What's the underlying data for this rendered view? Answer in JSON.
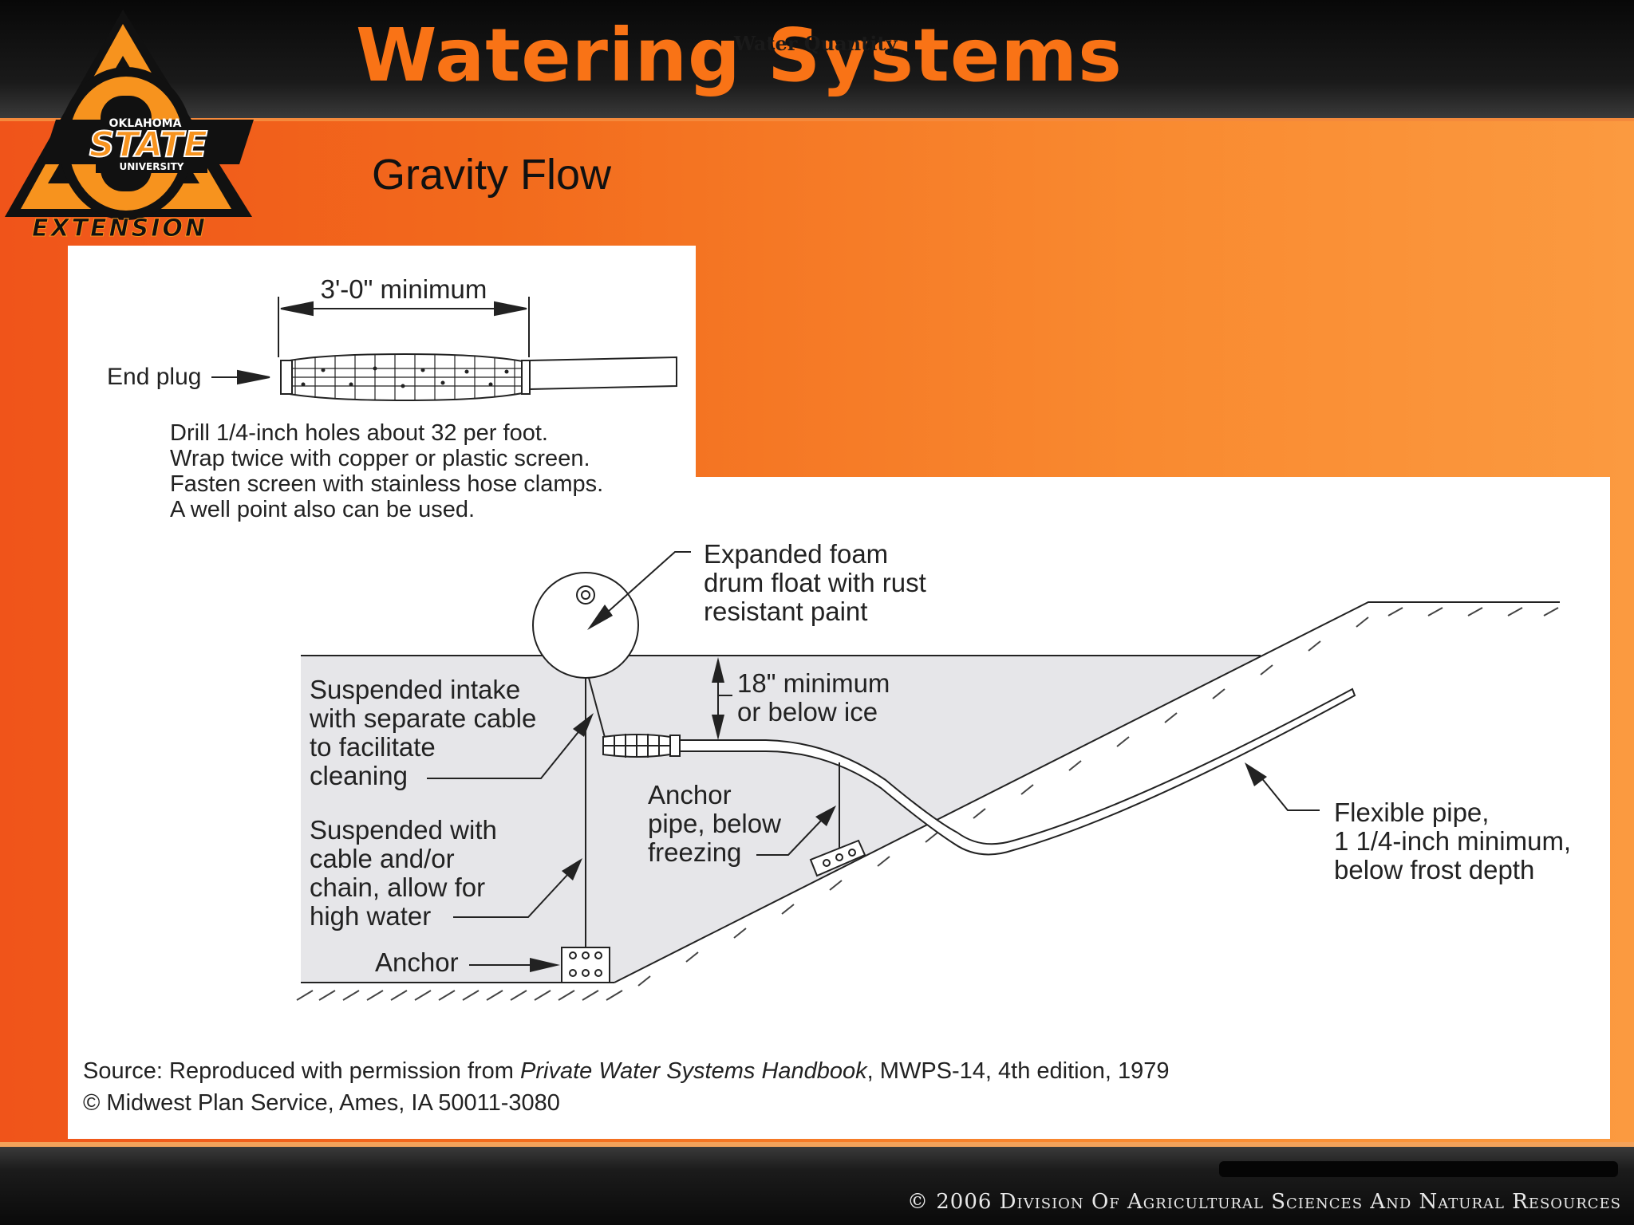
{
  "slide": {
    "title": "Watering Systems",
    "overlay_label": "Water Quantity",
    "subtitle": "Gravity Flow",
    "copyright": "© 2006 Division Of Agricultural Sciences And Natural Resources"
  },
  "logo": {
    "top_text": "OKLAHOMA",
    "main_text": "STATE",
    "sub_text": "UNIVERSITY",
    "bottom_text": "EXTENSION",
    "colors": {
      "orange": "#f7931e",
      "black": "#111111"
    }
  },
  "diagram": {
    "dimension_label": "3'-0\" minimum",
    "end_plug_label": "End plug",
    "drill_notes": [
      "Drill 1/4-inch holes about 32 per foot.",
      "Wrap twice with copper or plastic screen.",
      "Fasten screen with stainless hose clamps.",
      "A well point also can be used."
    ],
    "float_label": [
      "Expanded foam",
      "drum float with rust",
      "resistant paint"
    ],
    "depth_label": [
      "18\" minimum",
      "or below ice"
    ],
    "intake_label": [
      "Suspended intake",
      "with separate cable",
      "to facilitate",
      "cleaning"
    ],
    "suspended_label": [
      "Suspended with",
      "cable and/or",
      "chain, allow for",
      "high water"
    ],
    "anchor_label": "Anchor",
    "anchor_pipe_label": [
      "Anchor",
      "pipe, below",
      "freezing"
    ],
    "flexible_pipe_label": [
      "Flexible pipe,",
      "1 1/4-inch minimum,",
      "below frost depth"
    ],
    "source_lines": {
      "prefix": "Source: Reproduced with permission from ",
      "book": "Private Water Systems Handbook",
      "suffix": ", MWPS-14, 4th edition, 1979",
      "line2": "© Midwest Plan Service, Ames, IA  50011-3080"
    }
  }
}
